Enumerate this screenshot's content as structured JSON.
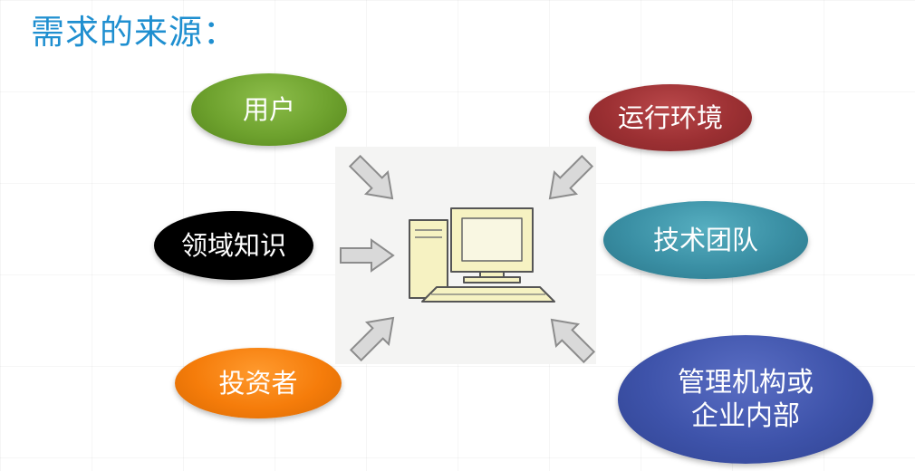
{
  "title": "需求的来源：",
  "sources": {
    "user": "用户",
    "domain_knowledge": "领域知识",
    "investor": "投资者",
    "runtime_environment": "运行环境",
    "tech_team": "技术团队",
    "org": "管理机构或\n企业内部"
  },
  "center": {
    "icon": "computer-icon"
  },
  "colors": {
    "title": "#1f8fd0",
    "user": "#6ea22e",
    "domain_knowledge": "#000000",
    "investor": "#f57c0a",
    "runtime_environment": "#9c3033",
    "tech_team": "#3a8fa4",
    "org": "#3e53aa",
    "arrow_fill": "#d9d9d9",
    "arrow_stroke": "#8c8c8c",
    "computer_fill": "#f6f2c2"
  }
}
